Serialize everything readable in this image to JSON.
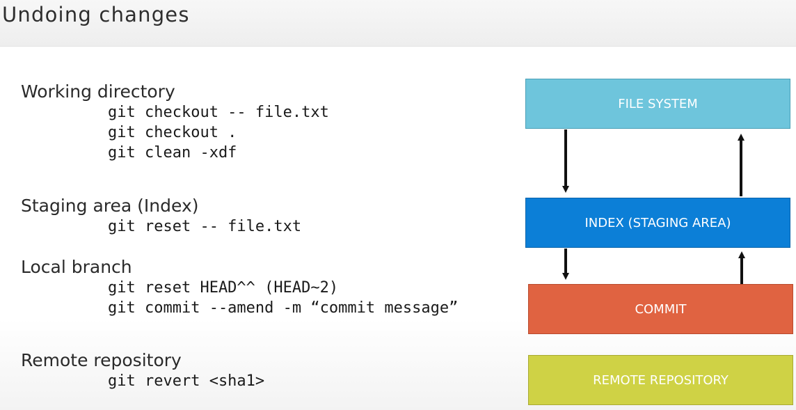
{
  "slide": {
    "title": "Undoing changes"
  },
  "sections": [
    {
      "title": "Working directory",
      "commands": [
        "git checkout -- file.txt",
        "git checkout .",
        "git clean -xdf"
      ]
    },
    {
      "title": "Staging area (Index)",
      "commands": [
        "git reset -- file.txt"
      ]
    },
    {
      "title": "Local branch",
      "commands": [
        "git reset HEAD^^ (HEAD~2)",
        "git commit --amend -m “commit message”"
      ]
    },
    {
      "title": "Remote repository",
      "commands": [
        "git revert <sha1>"
      ]
    }
  ],
  "diagram": {
    "boxes": [
      {
        "label": "FILE SYSTEM",
        "color": "#6ec5dc"
      },
      {
        "label": "INDEX (STAGING AREA)",
        "color": "#0c7fd7"
      },
      {
        "label": "COMMIT",
        "color": "#e06341"
      },
      {
        "label": "REMOTE REPOSITORY",
        "color": "#cfd245"
      }
    ],
    "arrow_color": "#111111"
  }
}
